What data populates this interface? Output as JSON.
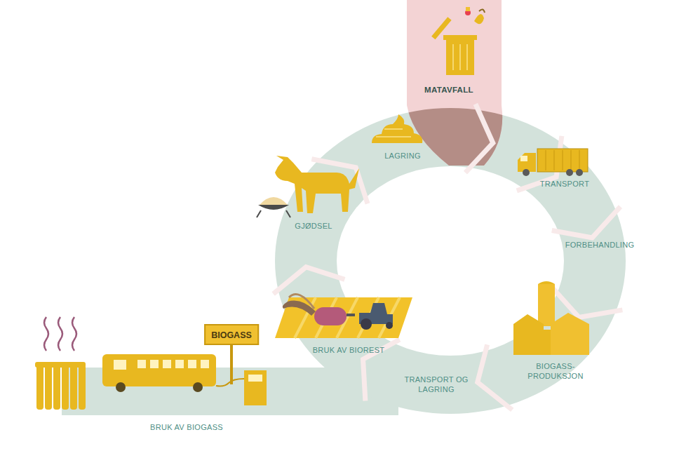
{
  "diagram": {
    "nodes": [
      {
        "text": [
          "BIOGASS"
        ]
      }
    ],
    "labels": [
      "MATAVFALL",
      "TRANSPORT",
      "FORBEHANDLING",
      "BIOGASS- PRODUKSJON",
      "TRANSPORT OG LAGRING",
      "BRUK AV BIOREST",
      "GJØDSEL",
      "LAGRING",
      "BRUK AV BIOGASS"
    ]
  }
}
